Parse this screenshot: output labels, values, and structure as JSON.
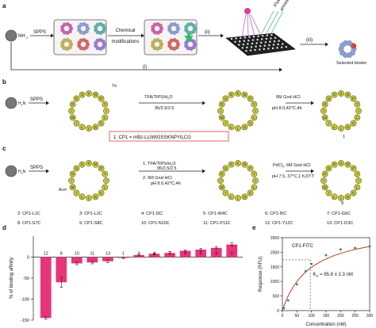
{
  "panel_labels": {
    "a": "a",
    "b": "b",
    "c": "c",
    "d": "d",
    "e": "e"
  },
  "panel_a": {
    "nh2": "NH",
    "nh2_sub": "2",
    "sppts": "SPPS",
    "chem_mod": "Chemical\nmodifications",
    "chem_mod_line1": "Chemical",
    "chem_mod_line2": "modifications",
    "step_ii": "(ii)",
    "step_iii": "(iii)",
    "step_i": "(i)",
    "fluor": "Fluorescence\nemission",
    "fluor_line1": "Fluorescence",
    "fluor_line2": "emission",
    "selected": "Selected binder"
  },
  "panel_b": {
    "h2n": "H",
    "h2n_rest": "N",
    "sppts": "SPPS",
    "cond1": "TFA/TIPS/H",
    "cond1b": "O",
    "ratio": "95/2.5/2.5",
    "cond2": "6M Gnd·HCl",
    "cond3": "pH 8.0,42°C,4h",
    "trt": "Trt",
    "cp1_label": "1: CP1 = mBz-LLIWIGSSKNPYILCG",
    "compound": "1"
  },
  "panel_c": {
    "sppts": "SPPS",
    "step1": "1.  TFA/TIPS/H",
    "step1b": "O",
    "ratio": "95/2.5/2.5",
    "step2": "2.  6M Gnd·HCl",
    "step2b": "pH 8.0,42°C,4h",
    "pdcl": "PdCl",
    "pdcl_b": ", 6M Gnd·HCl",
    "pdcl_c": "pH 7.5, 37°C,1 h,DTT",
    "acm": "Acm",
    "compound": "9",
    "variants": [
      "2: CP1-L1C",
      "3: CP1-L2C",
      "4: CP1-I3C",
      "5: CP1-W4C",
      "6: CP1-I5C",
      "7: CP1-G6C",
      "8: CP1-S7C",
      "9: CP1-S8C",
      "10: CP1-N10C",
      "11: CP1-P11C",
      "12: CP1-Y12C",
      "13: CP1-I13C"
    ]
  },
  "chart_data": [
    {
      "type": "bar",
      "panel": "d",
      "ylabel": "% of binding affinity",
      "ylim": [
        -150,
        50
      ],
      "yticks": [
        -150,
        -100,
        -50,
        0
      ],
      "categories": [
        "12",
        "8",
        "10",
        "11",
        "13",
        "1",
        "3",
        "4",
        "7",
        "6",
        "5",
        "9",
        "2"
      ],
      "values": [
        -145,
        -60,
        -15,
        -13,
        -10,
        -2,
        5,
        8,
        10,
        15,
        18,
        22,
        30
      ],
      "errors": [
        3,
        12,
        3,
        3,
        3,
        2,
        2,
        2,
        3,
        2,
        3,
        3,
        4
      ],
      "bar_color": "#e8357a"
    },
    {
      "type": "scatter",
      "panel": "e",
      "title": "CP1-FITC",
      "xlabel": "Concentration (nM)",
      "ylabel": "Response (RFU)",
      "xlim": [
        0,
        300
      ],
      "ylim": [
        0,
        2500
      ],
      "xticks": [
        0,
        50,
        100,
        150,
        200,
        250,
        300
      ],
      "yticks": [
        0,
        500,
        1000,
        1500,
        2000,
        2500
      ],
      "annotation": "K",
      "annotation_sub": "D",
      "annotation_rest": " = 95.8 ± 2.3 nM",
      "x": [
        5,
        20,
        50,
        80,
        100,
        150,
        200,
        250,
        300
      ],
      "y": [
        80,
        350,
        900,
        1350,
        1600,
        1900,
        2100,
        2150,
        2200
      ],
      "curve_color": "#c0392b",
      "point_color": "#2e8b57"
    }
  ]
}
